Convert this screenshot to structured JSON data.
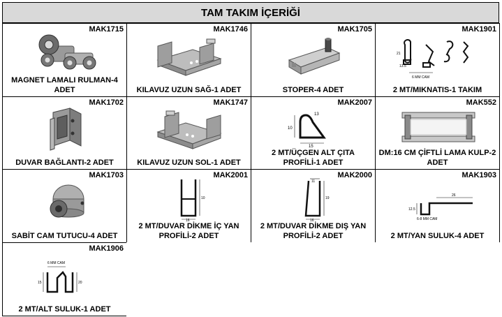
{
  "title": "TAM TAKIM İÇERİĞİ",
  "items": [
    {
      "code": "MAK1715",
      "label": "MAGNET LAMALI RULMAN-4 ADET",
      "icon": "roller-bearing-icon"
    },
    {
      "code": "MAK1746",
      "label": "KILAVUZ UZUN SAĞ-1 ADET",
      "icon": "guide-bracket-icon"
    },
    {
      "code": "MAK1705",
      "label": "STOPER-4 ADET",
      "icon": "stopper-icon"
    },
    {
      "code": "MAK1901",
      "label": "2 MT/MIKNATIS-1 TAKIM",
      "icon": "magnet-profile-icon",
      "dims": [
        "6 MM CAM",
        "21",
        "13.5"
      ]
    },
    {
      "code": "MAK1702",
      "label": "DUVAR BAĞLANTI-2 ADET",
      "icon": "wall-bracket-icon"
    },
    {
      "code": "MAK1747",
      "label": "KILAVUZ UZUN SOL-1 ADET",
      "icon": "guide-bracket-icon"
    },
    {
      "code": "MAK2007",
      "label": "2 MT/ÜÇGEN ALT ÇITA PROFİLİ-1 ADET",
      "icon": "triangle-profile-icon",
      "dims": [
        "13",
        "10",
        "15"
      ]
    },
    {
      "code": "MAK552",
      "label": "DM:16 CM ÇİFTLİ LAMA KULP-2 ADET",
      "icon": "handle-icon"
    },
    {
      "code": "MAK1703",
      "label": "SABİT CAM TUTUCU-4 ADET",
      "icon": "glass-holder-icon"
    },
    {
      "code": "MAK2001",
      "label": "2 MT/DUVAR DİKME İÇ YAN PROFİLİ-2 ADET",
      "icon": "inner-profile-icon",
      "dims": [
        "10",
        "16"
      ]
    },
    {
      "code": "MAK2000",
      "label": "2 MT/DUVAR DİKME DIŞ YAN PROFİLİ-2 ADET",
      "icon": "outer-profile-icon",
      "dims": [
        "11",
        "19",
        "16"
      ]
    },
    {
      "code": "MAK1903",
      "label": "2 MT/YAN SULUK-4 ADET",
      "icon": "side-seal-icon",
      "dims": [
        "26",
        "12.5",
        "6-8 MM CAM"
      ]
    },
    {
      "code": "MAK1906",
      "label": "2 MT/ALT SULUK-1 ADET",
      "icon": "bottom-seal-icon",
      "dims": [
        "6 MM CAM",
        "15",
        "20"
      ]
    }
  ]
}
